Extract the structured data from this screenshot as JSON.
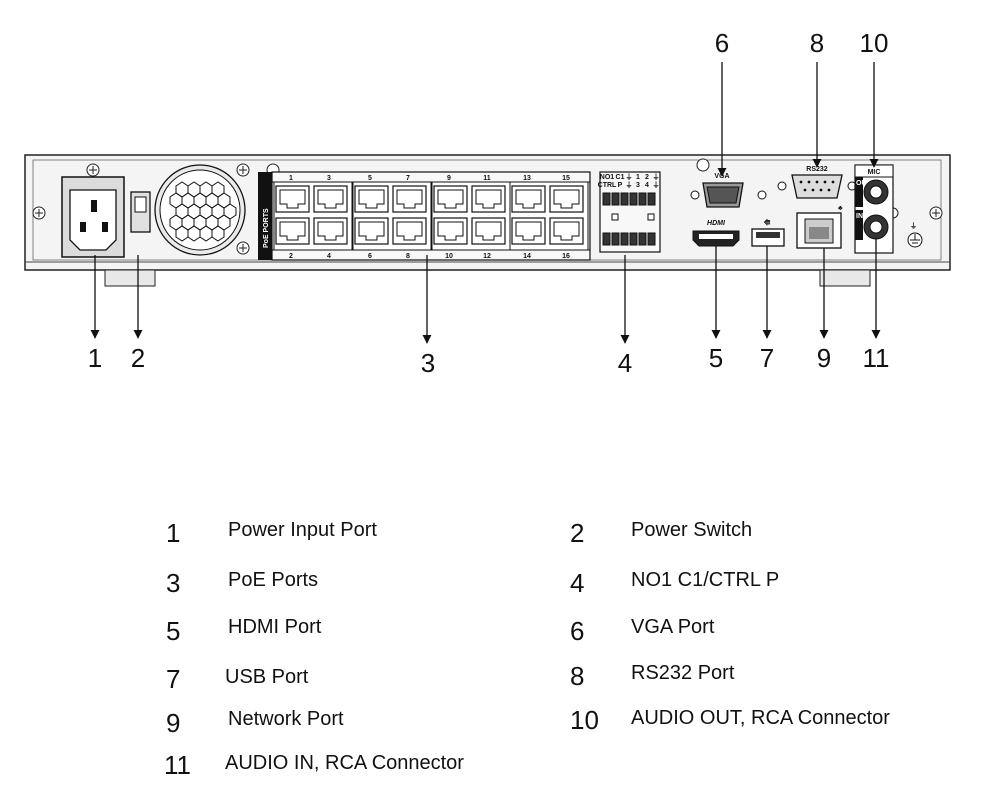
{
  "panel": {
    "poe_label": "PoE PORTS",
    "poe_top_numbers": [
      "1",
      "3",
      "5",
      "7",
      "9",
      "11",
      "13",
      "15"
    ],
    "poe_bottom_numbers": [
      "2",
      "4",
      "6",
      "8",
      "10",
      "12",
      "14",
      "16"
    ],
    "alarm_row1": [
      "NO1",
      "C1",
      "⏚",
      "1",
      "2",
      "⏚"
    ],
    "alarm_row2": [
      "CTRL",
      "P",
      "⏚",
      "3",
      "4",
      "⏚"
    ],
    "vga_label": "VGA",
    "hdmi_label": "HDMI",
    "rs232_label": "RS232",
    "mic_label": "MIC",
    "out_label": "OUT",
    "in_label": "IN"
  },
  "callouts": [
    "1",
    "2",
    "3",
    "4",
    "5",
    "6",
    "7",
    "8",
    "9",
    "10",
    "11"
  ],
  "legend": [
    {
      "num": "1",
      "text": "Power Input Port"
    },
    {
      "num": "2",
      "text": "Power Switch"
    },
    {
      "num": "3",
      "text": "PoE Ports"
    },
    {
      "num": "4",
      "text": "NO1 C1/CTRL P"
    },
    {
      "num": "5",
      "text": "HDMI Port"
    },
    {
      "num": "6",
      "text": "VGA Port"
    },
    {
      "num": "7",
      "text": "USB Port"
    },
    {
      "num": "8",
      "text": "RS232 Port"
    },
    {
      "num": "9",
      "text": "Network Port"
    },
    {
      "num": "10",
      "text": "AUDIO OUT, RCA Connector"
    },
    {
      "num": "11",
      "text": "AUDIO IN, RCA Connector"
    }
  ]
}
